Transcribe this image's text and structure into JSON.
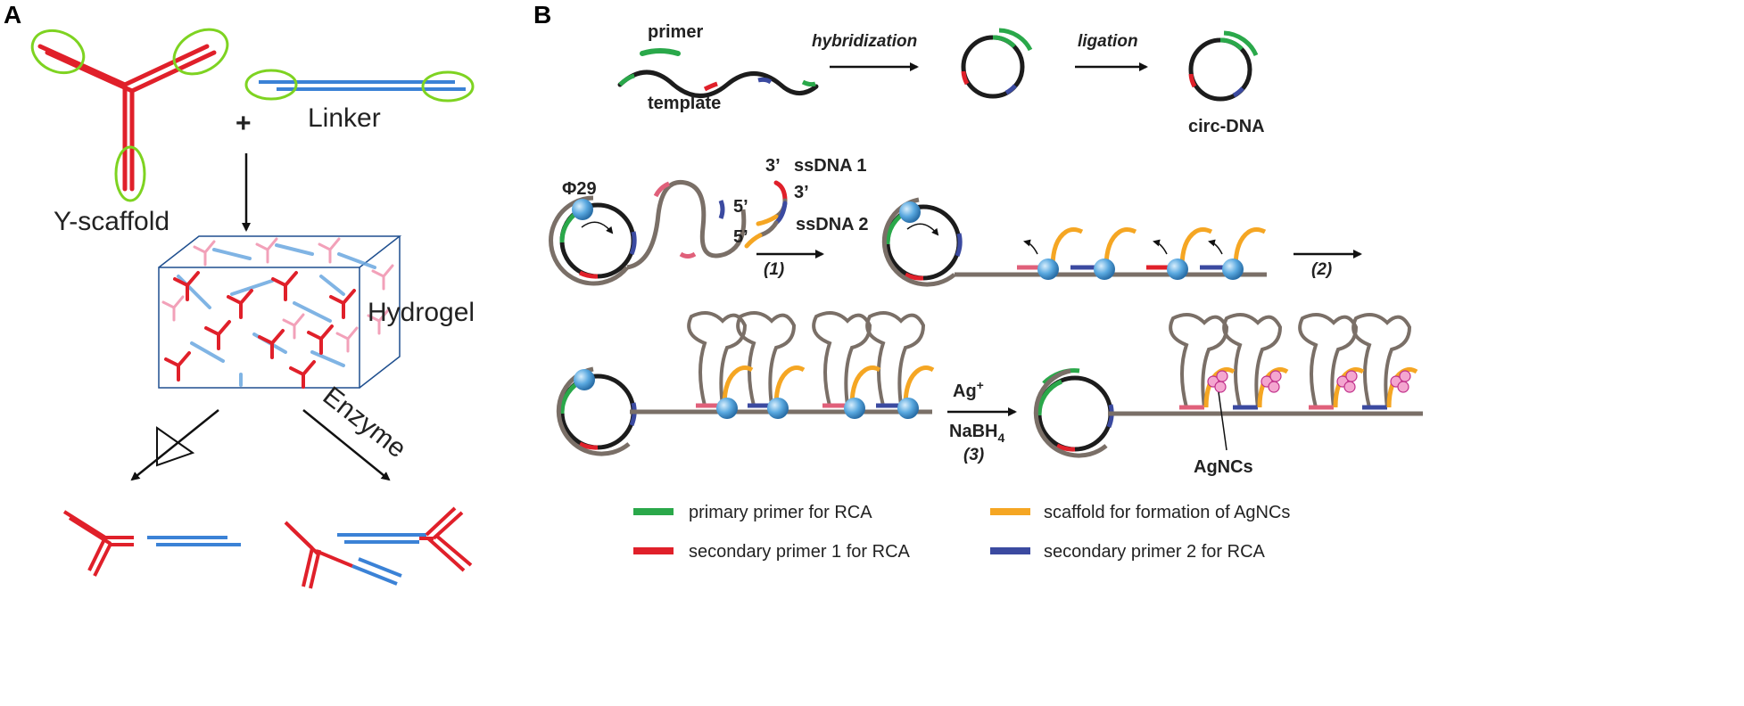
{
  "panel_a": {
    "letter": "A",
    "y_scaffold_label": "Y-scaffold",
    "linker_label": "Linker",
    "plus_sign": "+",
    "hydrogel_label": "Hydrogel",
    "enzyme_label": "Enzyme"
  },
  "panel_b": {
    "letter": "B",
    "primer_label": "primer",
    "template_label": "template",
    "hybridization_label": "hybridization",
    "ligation_label": "ligation",
    "circ_dna_label": "circ-DNA",
    "phi29_label": "Φ29",
    "ssdna1_label": "ssDNA 1",
    "ssdna2_label": "ssDNA 2",
    "three_prime_1": "3’",
    "three_prime_2": "3’",
    "five_prime_1": "5’",
    "five_prime_2": "5’",
    "step1_label": "(1)",
    "step2_label": "(2)",
    "ag_label": "Ag",
    "ag_superscript": "+",
    "nabh4_label": "NaBH",
    "nabh4_subscript": "4",
    "step3_label": "(3)",
    "agncs_label": "AgNCs"
  },
  "legend": {
    "items": [
      {
        "label": "primary primer for RCA",
        "color": "#2aa84a"
      },
      {
        "label": "scaffold for formation of AgNCs",
        "color": "#f5a623"
      },
      {
        "label": "secondary primer 1 for RCA",
        "color": "#e0202a"
      },
      {
        "label": "secondary primer 2 for RCA",
        "color": "#3b4aa0"
      }
    ]
  },
  "colors": {
    "y_scaffold": "#e0202a",
    "linker": "#3b82d6",
    "highlight": "#7ed321",
    "green": "#2aa84a",
    "orange": "#f5a623",
    "red": "#e0202a",
    "navy": "#3b4aa0",
    "strand": "#7a6f67",
    "pink": "#e0607a",
    "bead": "#5aa9e0"
  }
}
